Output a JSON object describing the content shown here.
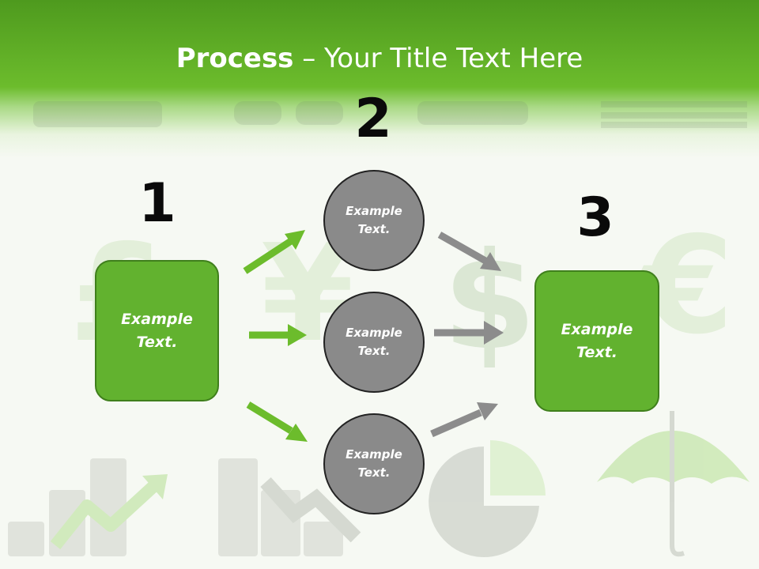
{
  "slide": {
    "title_strong": "Process",
    "title_rest": " – Your Title Text Here"
  },
  "steps": {
    "step1": {
      "number": "1",
      "text": "Example Text."
    },
    "step2": {
      "number": "2",
      "circles": [
        {
          "text": "Example Text."
        },
        {
          "text": "Example Text."
        },
        {
          "text": "Example Text."
        }
      ]
    },
    "step3": {
      "number": "3",
      "text": "Example Text."
    }
  },
  "colors": {
    "header_green": "#6cbc2c",
    "box_green": "#62b22f",
    "box_border": "#3f7f1c",
    "circle_gray": "#8a8a8a",
    "arrow_green": "#6cbc2c",
    "arrow_gray": "#8c8c8c"
  },
  "decorations": {
    "background_icons": [
      "wallet-icon",
      "coins-icon",
      "cash-register-icon",
      "banknotes-icon",
      "pound-icon",
      "yen-icon",
      "dollar-icon",
      "euro-icon",
      "bar-chart-up-icon",
      "bar-chart-down-icon",
      "pie-chart-icon",
      "umbrella-icon"
    ]
  }
}
